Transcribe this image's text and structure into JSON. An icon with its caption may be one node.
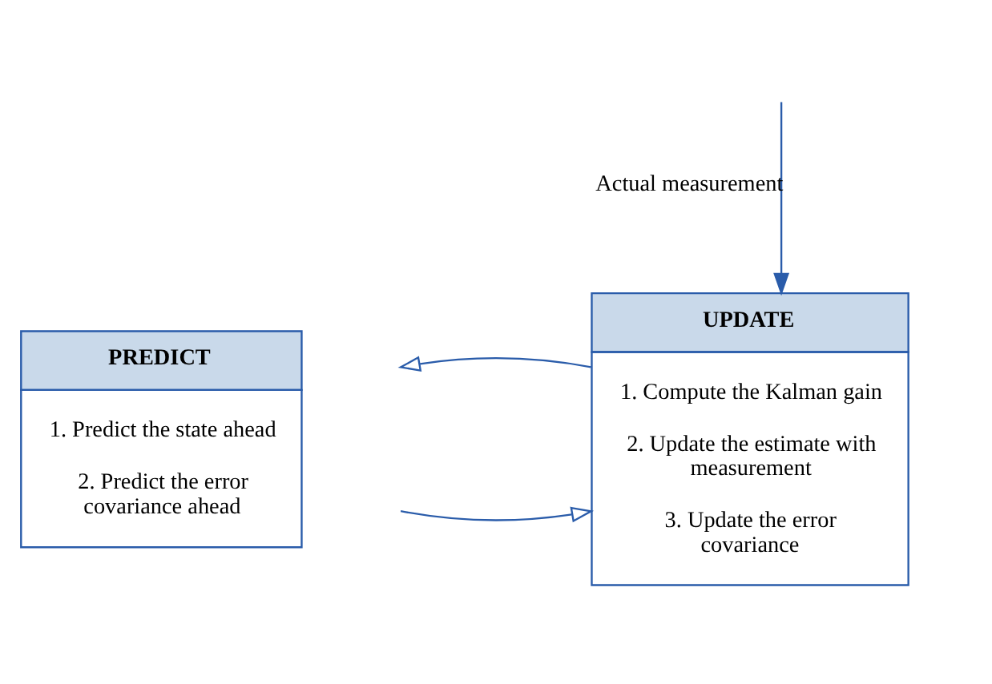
{
  "diagram": {
    "nodes": [
      {
        "text": [
          "PREDICT",
          "1. Predict the state ahead",
          "2. Predict the error covariance ahead"
        ]
      },
      {
        "text": [
          "UPDATE",
          "1. Compute the Kalman gain",
          "2. Update the estimate with measurement",
          "3. Update the error covariance"
        ]
      }
    ],
    "edges": [
      {
        "from": null,
        "to": 1,
        "arrow": "to",
        "label": "Actual measurement"
      },
      {
        "from": 0,
        "to": 1,
        "arrow": "to"
      },
      {
        "from": 1,
        "to": 0,
        "arrow": "to"
      }
    ]
  }
}
